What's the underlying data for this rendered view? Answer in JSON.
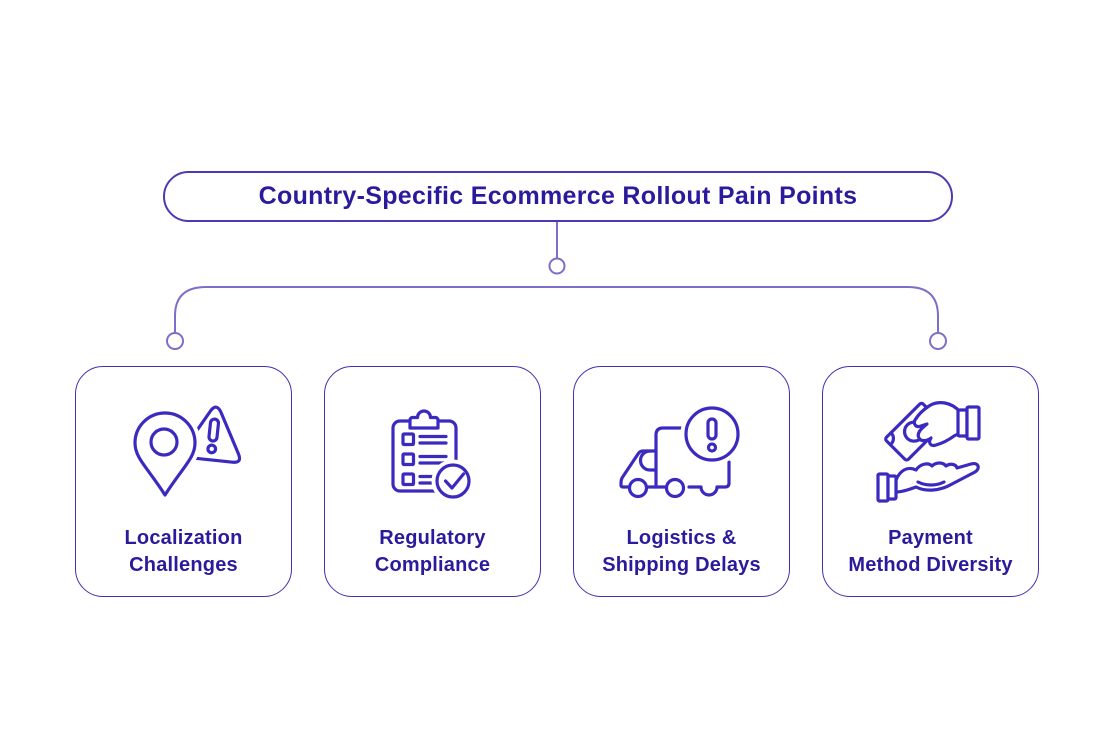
{
  "title": "Country-Specific Ecommerce Rollout Pain Points",
  "colors": {
    "background": "#ffffff",
    "text_color": "#2b1b9c",
    "icon_stroke": "#3b2abf",
    "card_border": "#4431ae",
    "title_border": "#4b3ab2",
    "connector": "#7b70c7"
  },
  "cards": [
    {
      "label": "Localization\nChallenges",
      "icon": "map-pin-warning-icon"
    },
    {
      "label": "Regulatory\nCompliance",
      "icon": "clipboard-checklist-icon"
    },
    {
      "label": "Logistics &\nShipping Delays",
      "icon": "truck-alert-icon"
    },
    {
      "label": "Payment\nMethod Diversity",
      "icon": "hand-money-icon"
    }
  ]
}
